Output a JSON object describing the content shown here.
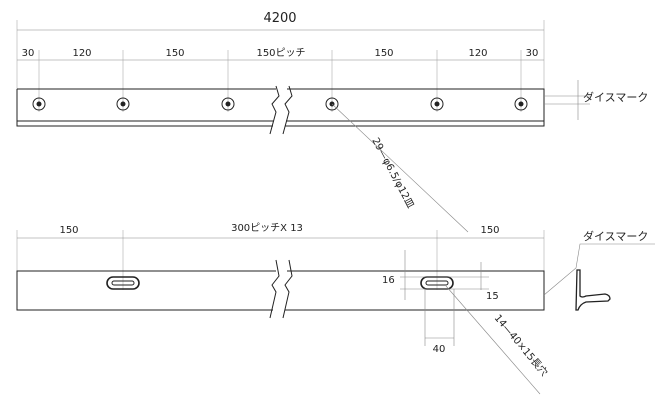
{
  "top": {
    "overall_length": "4200",
    "spacings": [
      "30",
      "120",
      "150",
      "150ピッチ",
      "150",
      "120",
      "30"
    ],
    "dies_mark": "ダイスマーク",
    "hole_note": "29—φ6.5/φ12皿"
  },
  "bottom": {
    "left_end": "150",
    "pitch": "300ピッチX 13",
    "right_end": "150",
    "dies_mark": "ダイスマーク",
    "slot_height": "16",
    "slot_offset": "15",
    "slot_width": "40",
    "slot_note": "14—40×15長穴"
  }
}
